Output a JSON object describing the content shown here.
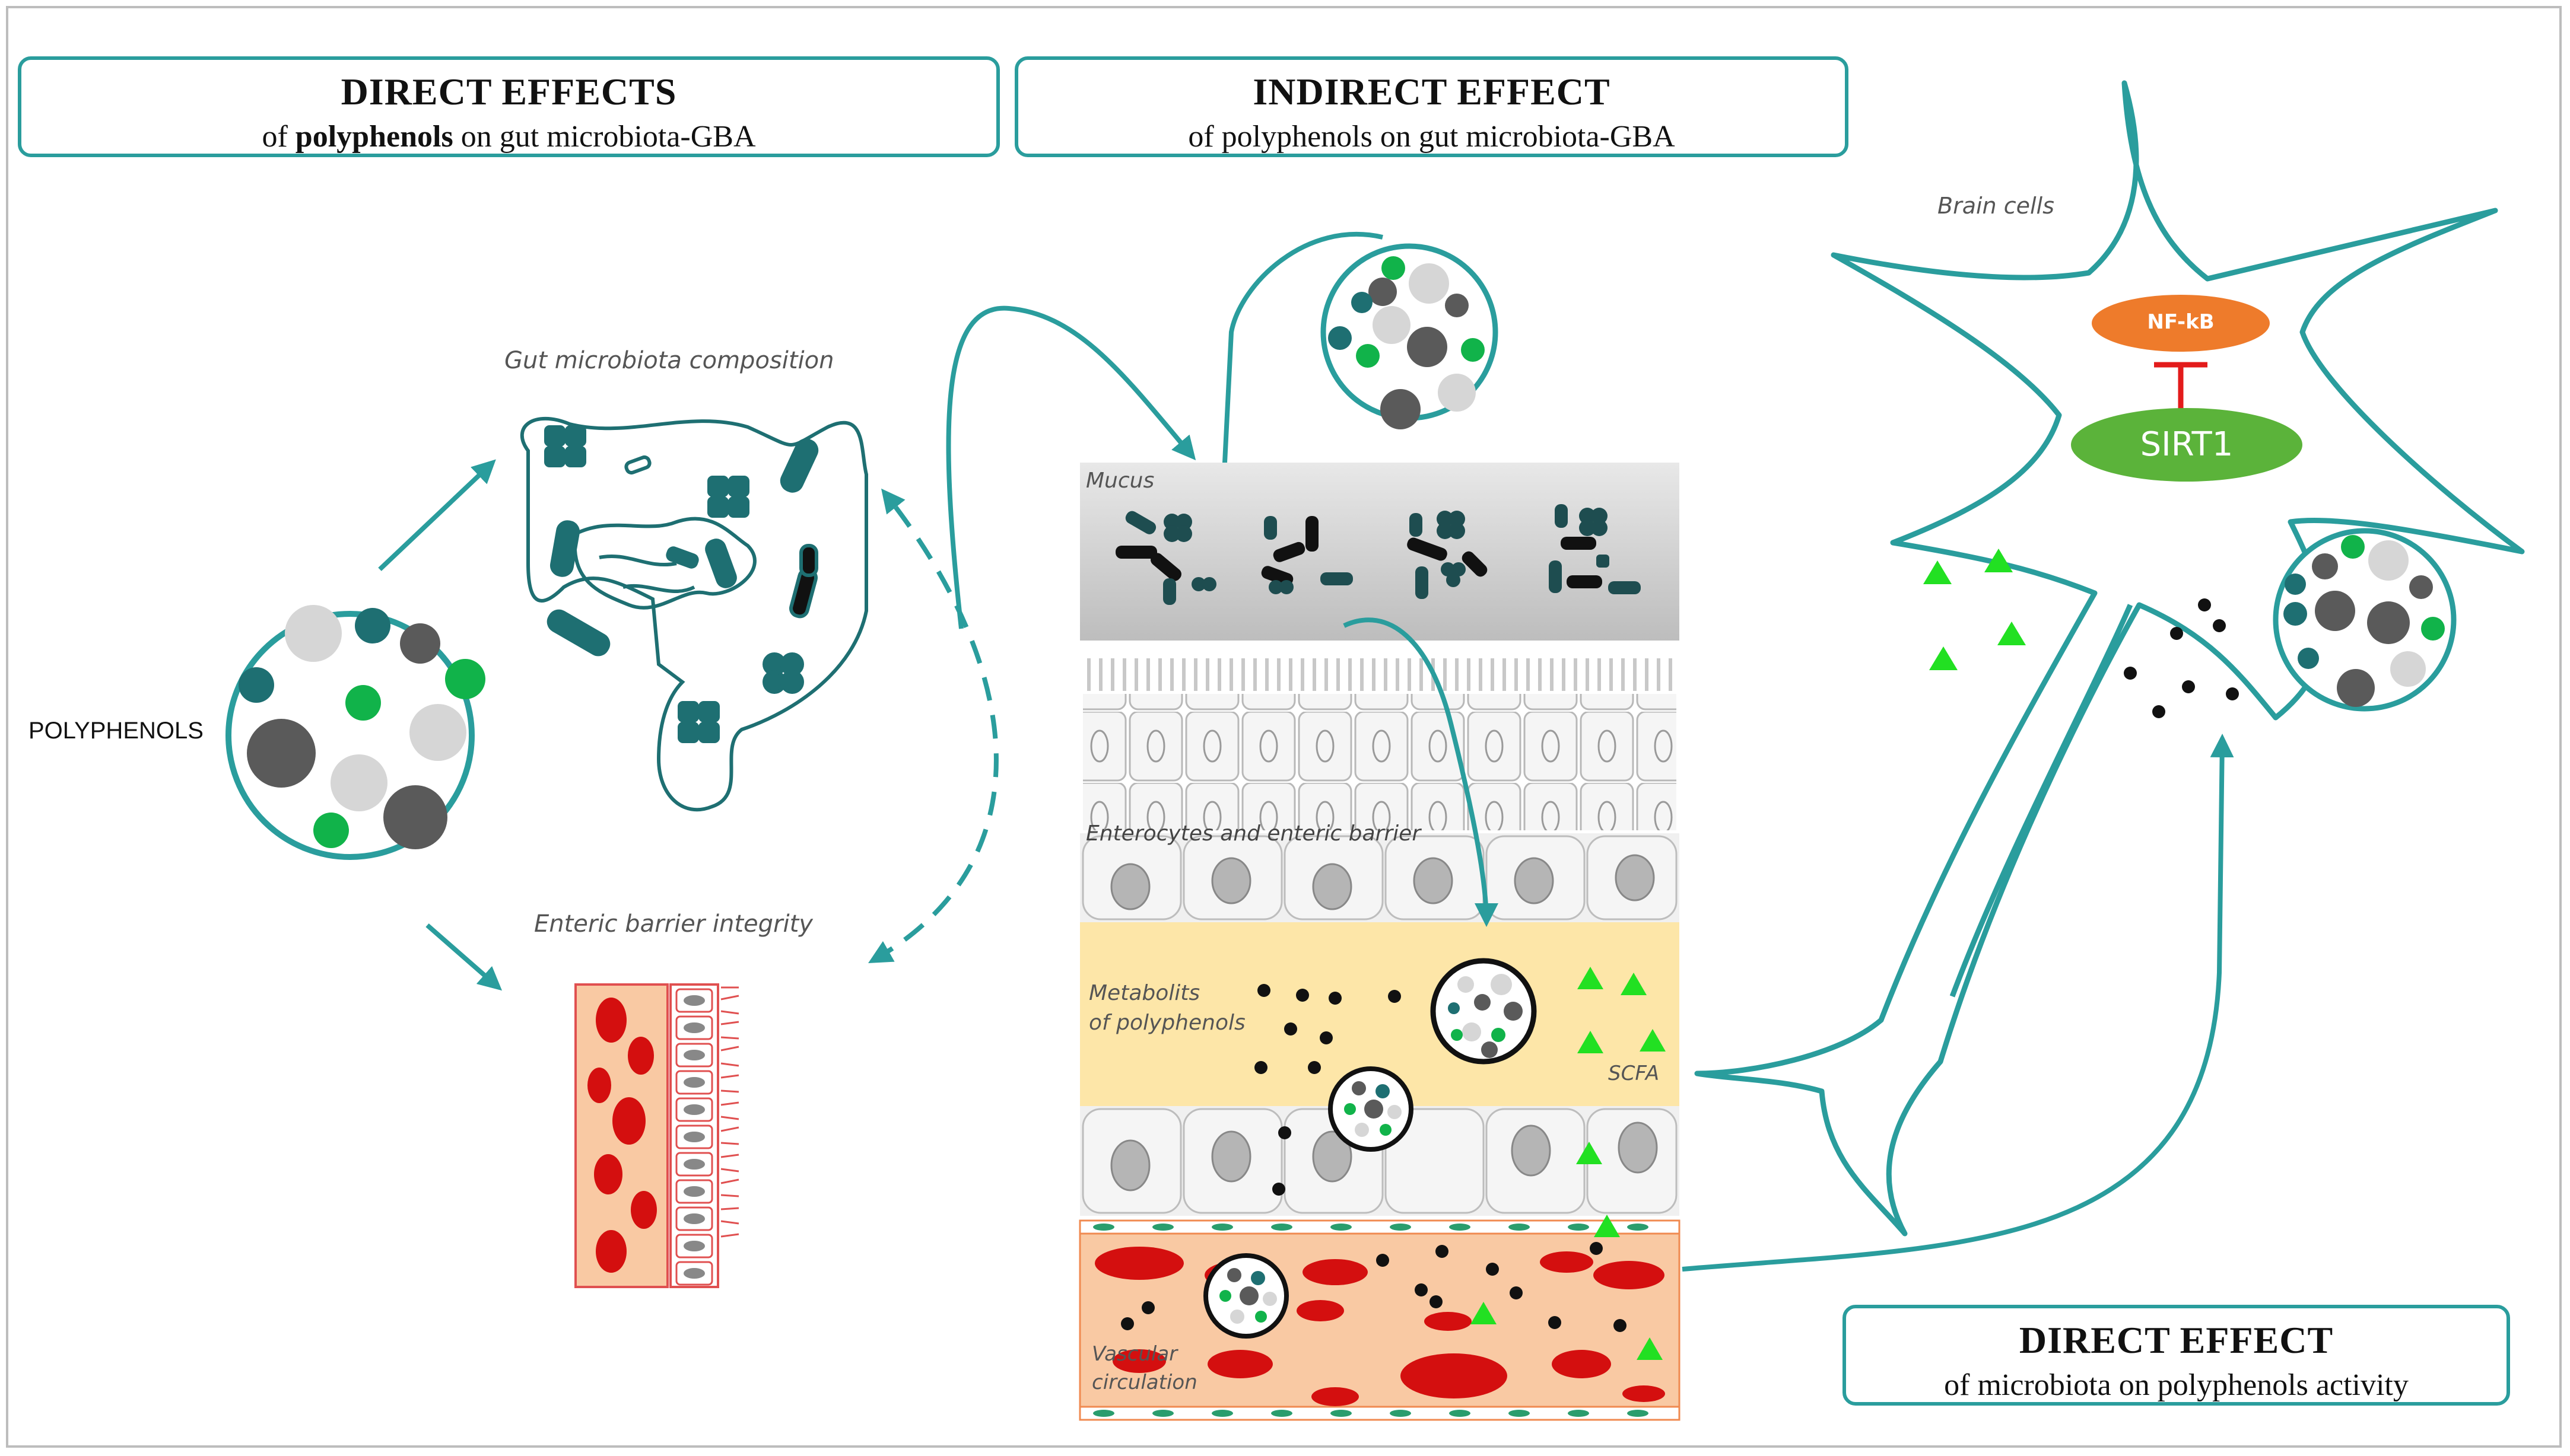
{
  "boxes": {
    "direct_effects": {
      "title": "DIRECT EFFECTS",
      "sub_prefix": "of ",
      "sub_bold": "polyphenols",
      "sub_suffix": "  on gut microbiota-GBA"
    },
    "indirect_effect": {
      "title": "INDIRECT EFFECT",
      "sub": "of polyphenols on gut microbiota-GBA"
    },
    "direct_effect_microbiota": {
      "title": "DIRECT EFFECT",
      "sub": "of microbiota on polyphenols activity"
    }
  },
  "labels": {
    "polyphenols": "POLYPHENOLS",
    "gut_microbiota_composition": "Gut microbiota composition",
    "enteric_barrier_integrity": "Enteric barrier integrity",
    "mucus": "Mucus",
    "enterocytes": "Enterocytes and enteric barrier",
    "metabolits_line1": "Metabolits",
    "metabolits_line2": "of polyphenols",
    "scfa": "SCFA",
    "vascular_line1": "Vascular",
    "vascular_line2": "circulation",
    "brain_cells": "Brain cells",
    "nfkb": "NF-kB",
    "sirt1": "SIRT1"
  },
  "colors": {
    "teal": "#2a9d9d",
    "dark_teal": "#1e6f72",
    "green": "#11b34a",
    "dark_gray": "#5a5a5a",
    "light_gray": "#d6d6d6",
    "bright_green": "#22e022",
    "orange": "#ee7b2b",
    "sirt_green": "#5bb33a",
    "inhibit_red": "#e31b1b",
    "rbc_red": "#d40f0f",
    "plasma": "#f9c9a3",
    "metabolite_yellow": "#fde6a8"
  }
}
